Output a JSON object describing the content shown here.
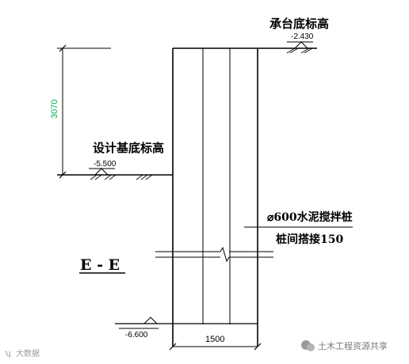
{
  "labels": {
    "cap_bottom_title": "承台底标高",
    "cap_bottom_elev": "-2.430",
    "design_base_title": "设计基底标高",
    "design_base_elev": "-5.500",
    "pile_note_1": "⌀600水泥搅拌桩",
    "pile_note_2": "桩间搭接150",
    "section_name": "E - E",
    "bottom_elev": "-6.600",
    "width_dim": "1500",
    "height_dim": "3070",
    "watermark_left": "大数据",
    "watermark_right": "土木工程资源共享"
  },
  "colors": {
    "line": "#000000",
    "dim_text": "#00b050",
    "width_text": "#000000",
    "watermark": "#9a9a9a"
  }
}
